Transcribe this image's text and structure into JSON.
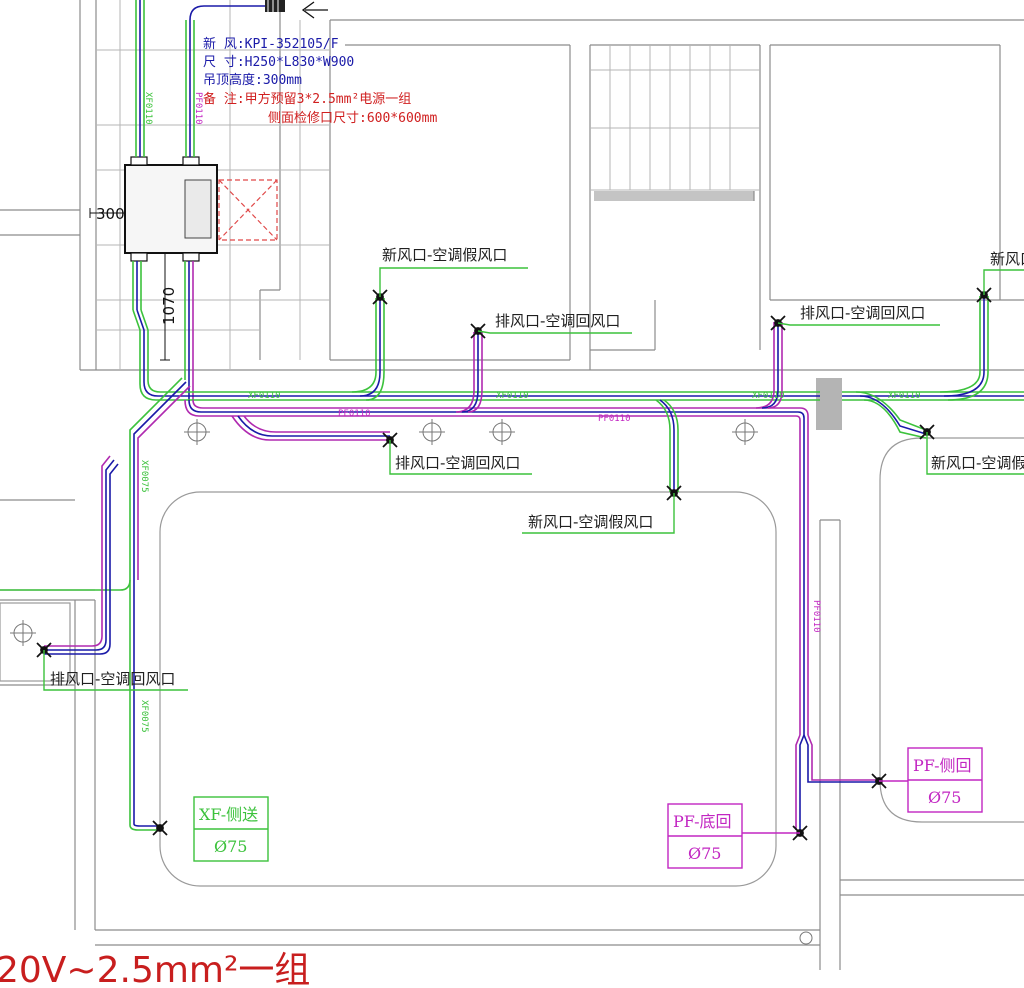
{
  "spec": {
    "line1": "新    风:KPI-352105/F",
    "line2": "尺    寸:H250*L830*W900",
    "line3": "吊顶高度:300mm",
    "line4": "备    注:甲方预留3*2.5mm²电源一组",
    "line5": "侧面检修口尺寸:600*600mm"
  },
  "dimensions": {
    "width_dim": "300",
    "height_dim": "1070"
  },
  "vents": {
    "v1": "新风口-空调假风口",
    "v2": "排风口-空调回风口",
    "v3": "排风口-空调回风口",
    "v4": "新风口",
    "v5": "排风口-空调回风口",
    "v6": "新风口-空调假风口",
    "v7": "新风口-空调假",
    "v8": "排风口-空调回风口"
  },
  "duct_labels": {
    "xf110_a": "XF0110",
    "xf110_b": "XF0110",
    "xf110_c": "XF0110",
    "xf110_d": "XF0110",
    "pf110_a": "PF0110",
    "pf110_b": "PF0110",
    "pf110_v": "PF0110",
    "pf110_up": "PF0110",
    "xf110_up": "XF0110",
    "xf75_left": "XF0075",
    "xf75_low": "XF0075"
  },
  "tags": {
    "xf_side": {
      "name": "XF-侧送",
      "size": "Ø75"
    },
    "pf_bottom": {
      "name": "PF-底回",
      "size": "Ø75"
    },
    "pf_side": {
      "name": "PF-侧回",
      "size": "Ø75"
    }
  },
  "footer_note": "20V~2.5mm²一组",
  "colors": {
    "supply_duct": "#3cc23c",
    "exhaust_duct": "#c226c2",
    "duct_core": "#1a1aa8",
    "note_red": "#d02020"
  }
}
